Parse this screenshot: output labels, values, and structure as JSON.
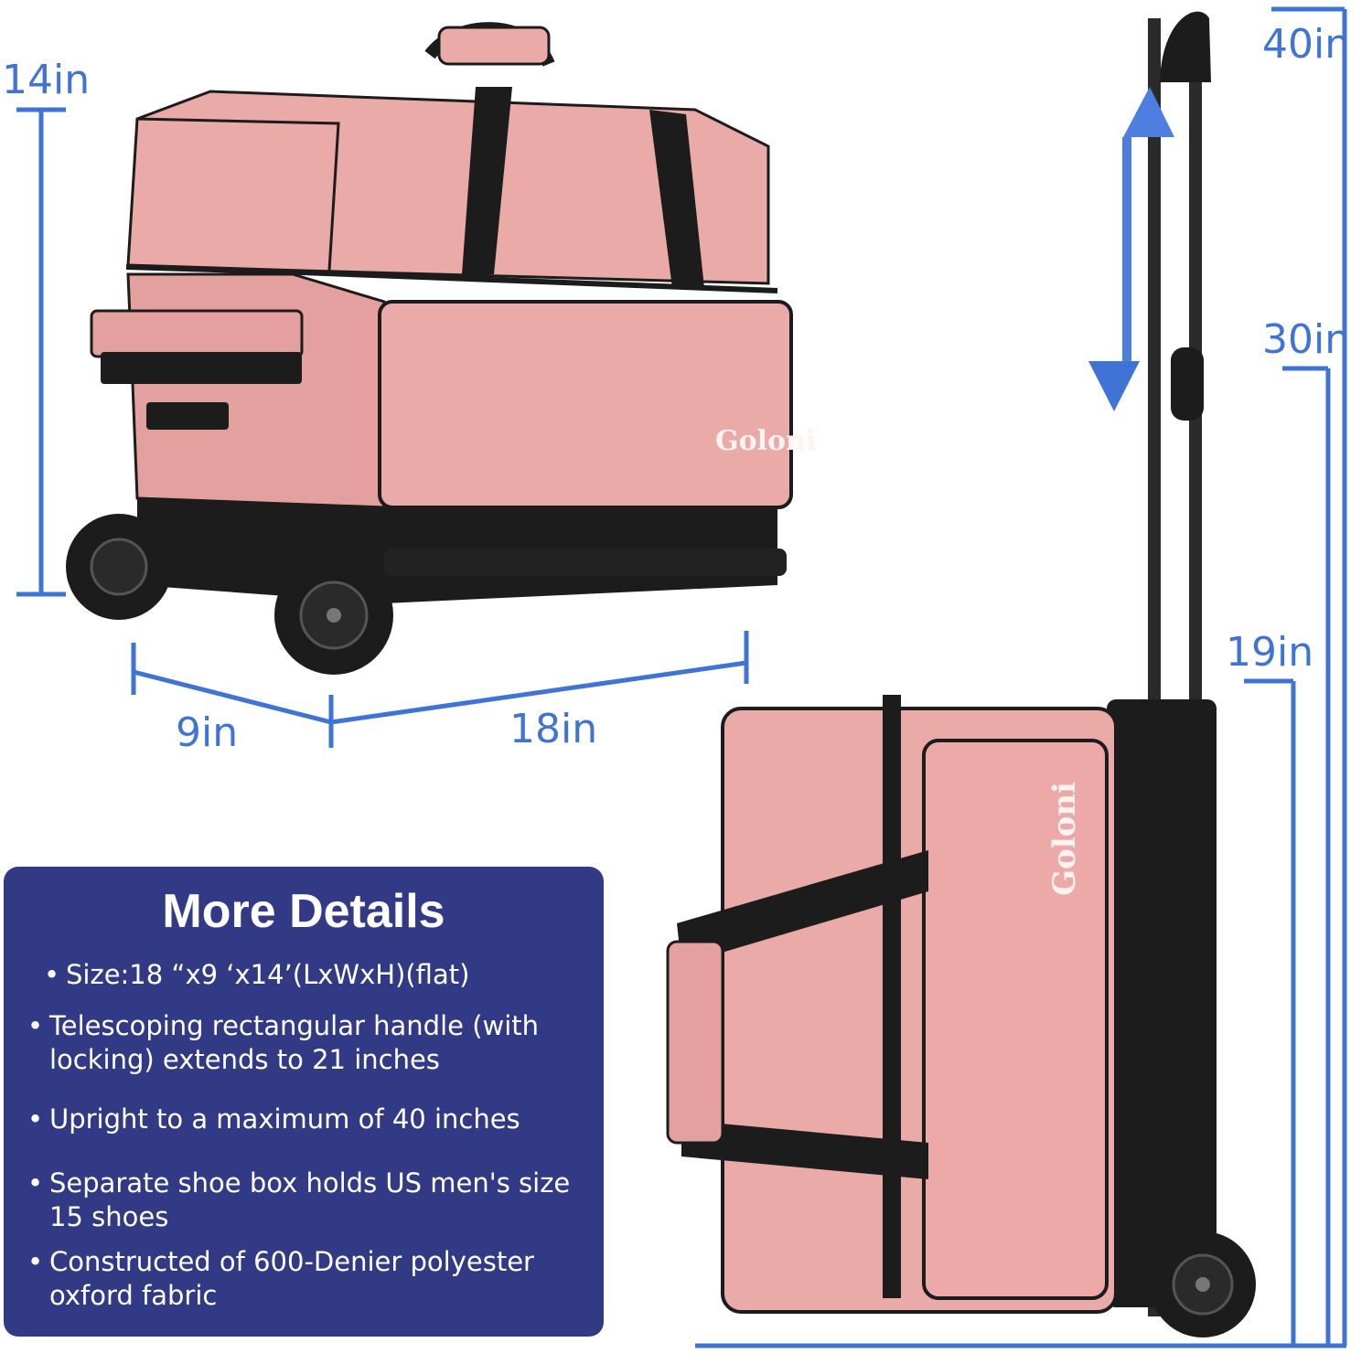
{
  "brand": "Goloni",
  "colors": {
    "measure_blue": "#3f73d6",
    "panel_navy": "#333a85",
    "bag_pink": "#e9a7a5",
    "frame_black": "#1c1c1c"
  },
  "dimensions": {
    "height_flat": "14in",
    "width": "9in",
    "length": "18in",
    "max_upright": "40in",
    "mid_upright": "30in",
    "bag_height_upright": "19in"
  },
  "details": {
    "title": "More Details",
    "bullet_symbol": "•",
    "items": [
      "Size:18 “x9 ‘x14’(LxWxH)(flat)",
      "Telescoping rectangular handle (with locking) extends to 21 inches",
      "Upright to a maximum of 40 inches",
      "Separate shoe box holds US men's size 15 shoes",
      "Constructed of 600-Denier polyester oxford fabric"
    ]
  },
  "icons": {
    "double_arrow": "up-down-arrow-icon"
  }
}
